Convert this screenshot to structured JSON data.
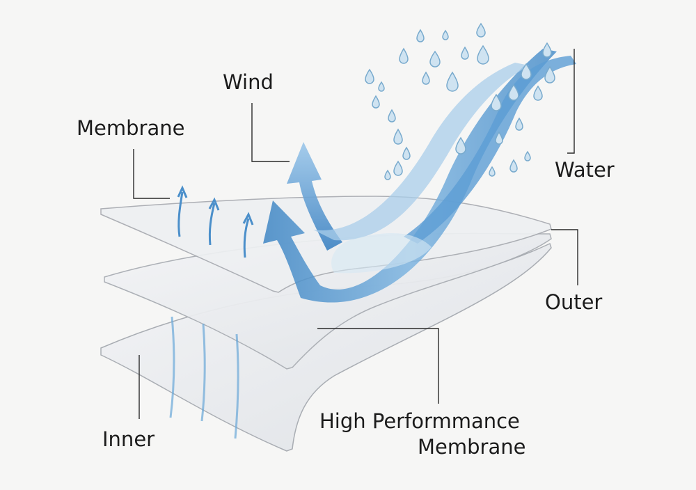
{
  "labels": {
    "wind": "Wind",
    "membrane": "Membrane",
    "water": "Water",
    "outer": "Outer",
    "inner": "Inner",
    "high_performance_line1": "High Performmance",
    "high_performance_line2": "Membrane"
  },
  "colors": {
    "background": "#f6f6f5",
    "layer_fill": "#e9ebee",
    "layer_edge": "#a7aab0",
    "flow_blue": "#5e9fd3",
    "flow_light": "#c9e1f2",
    "droplet": "#8fb9d8",
    "leader_line": "#2a2a2a"
  }
}
